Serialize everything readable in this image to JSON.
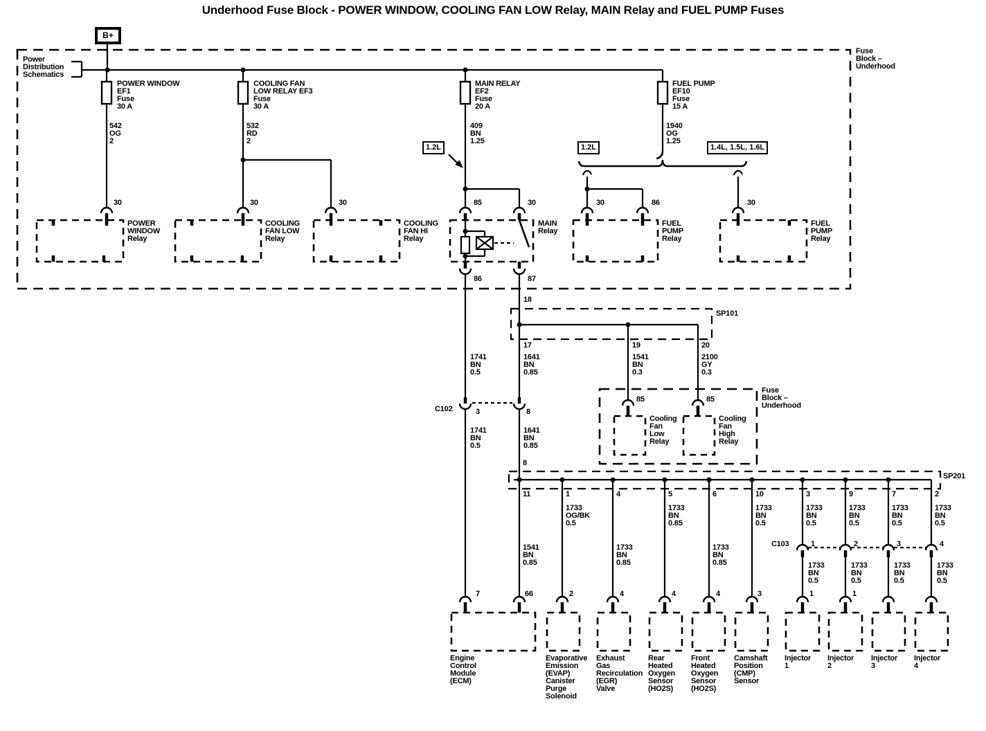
{
  "title": "Underhood Fuse Block - POWER WINDOW, COOLING FAN LOW Relay, MAIN Relay and FUEL PUMP Fuses",
  "battery": "B+",
  "power_distribution": "Power\nDistribution\nSchematics",
  "fuse_block": {
    "label": "Fuse\nBlock –\nUnderhood"
  },
  "fuses": [
    {
      "label": "POWER WINDOW\nEF1\nFuse\n30 A",
      "wire": "542\nOG\n2"
    },
    {
      "label": "COOLING FAN\nLOW RELAY EF3\nFuse\n30 A",
      "wire": "532\nRD\n2"
    },
    {
      "label": "MAIN RELAY\nEF2\nFuse\n20 A",
      "wire": "409\nBN\n1.25"
    },
    {
      "label": "FUEL PUMP\nEF10\nFuse\n15 A",
      "wire": "1940\nOG\n1.25"
    }
  ],
  "engine_tags": {
    "main": "1.2L",
    "fuel_left": "1.2L",
    "fuel_right": "1.4L, 1.5L, 1.6L"
  },
  "relays": {
    "power_window": {
      "name": "POWER\nWINDOW\nRelay",
      "pin30": "30"
    },
    "cooling_fan_low": {
      "name": "COOLING\nFAN LOW\nRelay",
      "pin30": "30"
    },
    "cooling_fan_hi": {
      "name": "COOLING\nFAN HI\nRelay",
      "pin30": "30"
    },
    "main": {
      "name": "MAIN\nRelay",
      "pin85": "85",
      "pin30": "30",
      "pin86": "86",
      "pin87": "87"
    },
    "fuel_pump1": {
      "name": "FUEL\nPUMP\nRelay",
      "pin30": "30",
      "pin86": "86"
    },
    "fuel_pump2": {
      "name": "FUEL\nPUMP\nRelay",
      "pin30": "30"
    }
  },
  "sp101": {
    "label": "SP101",
    "in18": "18",
    "out17": "17",
    "out19": "19",
    "out20": "20"
  },
  "wires": {
    "w1741a": "1741\nBN\n0.5",
    "w1741b": "1741\nBN\n0.5",
    "w1641a": "1641\nBN\n0.85",
    "w1641b": "1641\nBN\n0.85",
    "w1541": "1541\nBN\n0.3",
    "w2100": "2100\nGY\n0.3"
  },
  "c102": {
    "label": "C102",
    "pin3": "3",
    "pin8": "8"
  },
  "fuse_block2": {
    "label": "Fuse\nBlock –\nUnderhood",
    "pin85_low": "85",
    "pin85_high": "85",
    "low_relay": "Cooling\nFan\nLow\nRelay",
    "high_relay": "Cooling\nFan\nHigh\nRelay"
  },
  "sp201": {
    "label": "SP201",
    "entry": "8",
    "pins": [
      "11",
      "1",
      "4",
      "5",
      "6",
      "10",
      "3",
      "9",
      "7",
      "2"
    ],
    "wires": [
      "1541\nBN\n0.85",
      "1733\nOG/BK\n0.5",
      "1733\nBN\n0.85",
      "1733\nBN\n0.85",
      "1733\nBN\n0.85",
      "1733\nBN\n0.5",
      "1733\nBN\n0.5",
      "1733\nBN\n0.5",
      "1733\nBN\n0.5",
      "1733\nBN\n0.5"
    ]
  },
  "c103": {
    "label": "C103",
    "pins": [
      "1",
      "2",
      "3",
      "4"
    ],
    "wires": [
      "1733\nBN\n0.5",
      "1733\nBN\n0.5",
      "1733\nBN\n0.5",
      "1733\nBN\n0.5"
    ]
  },
  "components": {
    "pins": [
      "7",
      "66",
      "2",
      "4",
      "4",
      "4",
      "3",
      "1",
      "1"
    ],
    "names": [
      "Engine\nControl\nModule\n(ECM)",
      "Evaporative\nEmission\n(EVAP)\nCanister\nPurge\nSolenoid",
      "Exhaust\nGas\nRecirculation\n(EGR)\nValve",
      "Rear\nHeated\nOxygen\nSensor\n(HO2S)",
      "Front\nHeated\nOxygen\nSensor\n(HO2S)",
      "Camshaft\nPosition\n(CMP)\nSensor",
      "Injector\n1",
      "Injector\n2",
      "Injector\n3",
      "Injector\n4"
    ]
  }
}
